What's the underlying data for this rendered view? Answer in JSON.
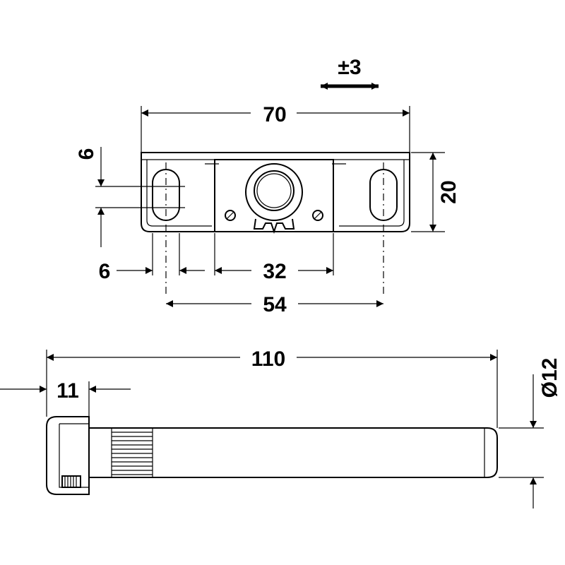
{
  "drawing": {
    "adjustment": "±3",
    "dimensions": {
      "plate_width": "70",
      "plate_height": "20",
      "slot_offset": "6",
      "slot_width": "6",
      "center_spacing": "32",
      "hole_spacing": "54",
      "bolt_length": "110",
      "head_length": "11",
      "bolt_diameter": "Ø12"
    }
  }
}
